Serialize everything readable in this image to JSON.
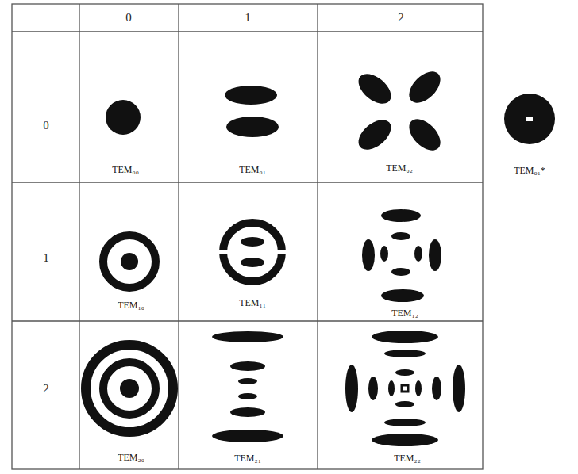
{
  "diagram": {
    "labels": [
      "0",
      "1",
      "2",
      "0",
      "1",
      "2",
      "TEM₀₀",
      "TEM₀₁",
      "TEM₀₂",
      "TEM₀₁*",
      "TEM₁₀",
      "TEM₁₁",
      "TEM₁₂",
      "TEM₂₀",
      "TEM₂₁",
      "TEM₂₂"
    ]
  }
}
